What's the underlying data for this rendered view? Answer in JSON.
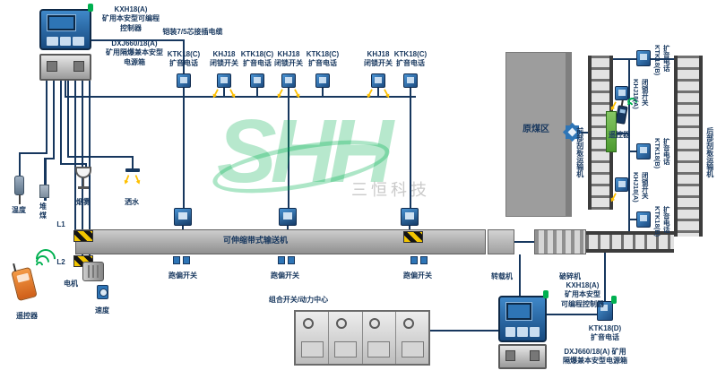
{
  "watermark": {
    "logo": "SHH",
    "company": "三恒科技"
  },
  "top_left": {
    "controller_label": "KXH18(A)\n矿用本安型可编程\n控制器",
    "power_label": "DXJ660/18(A)\n矿用隔爆兼本安型\n电源箱",
    "cable_label": "铠装7/5芯接插电缆"
  },
  "top_row": [
    {
      "type": "speaker-phone",
      "label": "KTK18(C)\n扩音电话"
    },
    {
      "type": "lock-switch",
      "label": "KHJ18\n闭锁开关"
    },
    {
      "type": "speaker-phone",
      "label": "KTK18(C)\n扩音电话"
    },
    {
      "type": "lock-switch",
      "label": "KHJ18\n闭锁开关"
    },
    {
      "type": "speaker-phone",
      "label": "KTK18(C)\n扩音电话"
    },
    {
      "type": "lock-switch",
      "label": "KHJ18\n闭锁开关"
    },
    {
      "type": "speaker-phone",
      "label": "KTK18(C)\n扩音电话"
    }
  ],
  "left_side": {
    "temperature": "温度",
    "coal_pile": "堆煤",
    "smoke": "烟雾",
    "spray": "洒水",
    "remote": "遥控器",
    "l1": "L1",
    "l2": "L2",
    "motor": "电机",
    "speed": "速度"
  },
  "conveyor": {
    "belt_label": "可伸缩带式输送机",
    "deviation_labels": [
      "跑偏开关",
      "跑偏开关",
      "跑偏开关"
    ],
    "transfer_label": "转载机",
    "crusher_label": "破碎机"
  },
  "power_center_label": "组合开关/动力中心",
  "right_side": {
    "raw_coal_label": "原煤区",
    "front_scraper_label": "前部刮板运输机",
    "rear_scraper_label": "后部刮板运输机",
    "remote_label": "遥控器",
    "chain": [
      {
        "type": "speaker-phone",
        "label": "KTK18(B)\n扩音电话"
      },
      {
        "type": "lock-switch",
        "label": "KHJ18(A)\n闭锁开关"
      },
      {
        "type": "speaker-phone",
        "label": "KTK18(B)\n扩音电话"
      },
      {
        "type": "lock-switch",
        "label": "KHJ18(A)\n闭锁开关"
      },
      {
        "type": "speaker-phone",
        "label": "KTK18(B)\n扩音电话"
      }
    ]
  },
  "bottom_right": {
    "controller_label": "KXH18(A)\n矿用本安型\n可编程控制器",
    "phone_label": "KTK18(D)\n扩音电话",
    "power_label": "DXJ660/18(A) 矿用\n隔爆兼本安型电源箱"
  }
}
